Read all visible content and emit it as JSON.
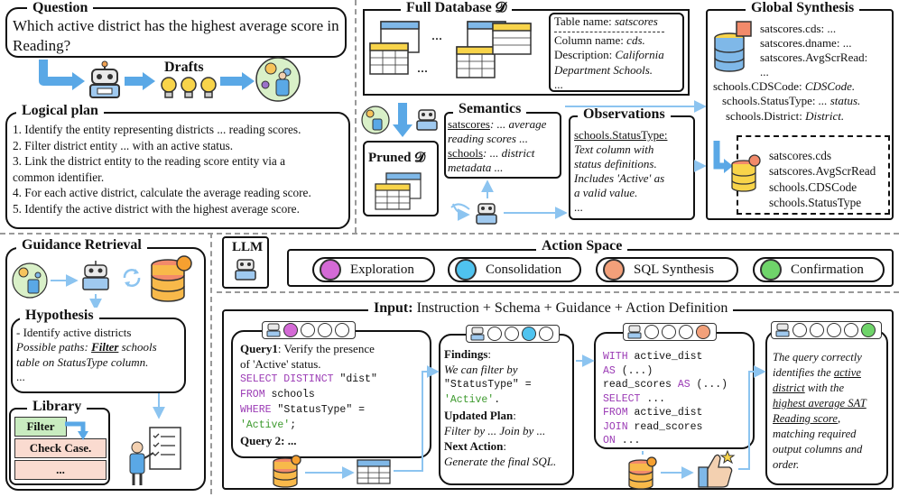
{
  "question": {
    "title": "Question",
    "text_line1": "Which active district has the highest average score in",
    "text_line2": "Reading?"
  },
  "drafts_label": "Drafts",
  "logical_plan": {
    "title": "Logical plan",
    "steps": [
      "1. Identify the entity representing districts ... reading scores.",
      "2. Filter district entity ... with an active status.",
      "3. Link the district entity to the reading score entity via a",
      "common identifier.",
      "4. For each active district, calculate the average reading score.",
      "5. Identify the active district with the highest average score."
    ]
  },
  "full_database": {
    "title": "Full Database 𝓓",
    "dots": "...",
    "table_name_label": "Table name:",
    "table_name_value": "satscores",
    "column_name_label": "Column name:",
    "column_name_value": "cds.",
    "description_label": "Description:",
    "description_value_1": "California",
    "description_value_2": "Department Schools.",
    "ellipsis": "..."
  },
  "global_synthesis": {
    "title": "Global Synthesis",
    "lines": [
      {
        "text": "satscores.cds: ...",
        "italic": ""
      },
      {
        "text": "satscores.dname: ...",
        "italic": ""
      },
      {
        "text": "satscores.AvgScrRead:",
        "italic": ""
      },
      {
        "text": "...",
        "italic": ""
      },
      {
        "text": "schools.CDSCode:",
        "italic": "CDSCode."
      },
      {
        "text": "schools.StatusType:",
        "italic": "... status."
      },
      {
        "text": "schools.District:",
        "italic": "District."
      }
    ],
    "selected": [
      "satscores.cds",
      "satscores.AvgScrRead",
      "schools.CDSCode",
      "schools.StatusType"
    ]
  },
  "semantics": {
    "title": "Semantics",
    "l1_u": "satscores",
    "l1_rest": ": ... average",
    "l2": "reading scores ...",
    "l3_u": "schools",
    "l3_rest": ": ... district",
    "l4": "metadata ..."
  },
  "observations": {
    "title": "Observations",
    "l1": "schools.StatusType:",
    "l2": "Text column with",
    "l3": "status definitions.",
    "l4": "Includes 'Active' as",
    "l5": "a valid value.",
    "l6": "..."
  },
  "pruned": {
    "title": "Pruned 𝓓"
  },
  "guidance": {
    "title": "Guidance Retrieval",
    "hypothesis_title": "Hypothesis",
    "h1": "- Identify active districts",
    "h2a": "Possible paths:",
    "h2b": "Filter",
    "h2c": "schools",
    "h3": "table on StatusType column.",
    "h4": "...",
    "library_title": "Library",
    "lib_items": [
      "Filter",
      "Check Case.",
      "..."
    ]
  },
  "llm_label": "LLM",
  "action_space": {
    "title": "Action Space",
    "actions": [
      {
        "label": "Exploration",
        "color": "#d46ad6"
      },
      {
        "label": "Consolidation",
        "color": "#4fc3ef"
      },
      {
        "label": "SQL Synthesis",
        "color": "#f2a07a"
      },
      {
        "label": "Confirmation",
        "color": "#6fd46a"
      }
    ]
  },
  "input": {
    "label_bold": "Input:",
    "label_rest": " Instruction + Schema + Guidance + Action Definition"
  },
  "card1": {
    "q1_bold": "Query1",
    "q1_rest": ": Verify the presence",
    "q1_l2": "of 'Active' status.",
    "c1_kw": "SELECT DISTINCT",
    "c1_str": "\"dist\"",
    "c2_kw": "FROM",
    "c2_rest": "schools",
    "c3_kw": "WHERE",
    "c3_rest": "\"StatusType\" =",
    "c4_str": "'Active'",
    "c4_rest": ";",
    "q2": "Query 2: ..."
  },
  "card2": {
    "findings_title": "Findings",
    "f1": "We can filter by",
    "f2": "\"StatusType\" =",
    "f3_str": "'Active'",
    "f3_rest": ".",
    "plan_title": "Updated Plan",
    "p1": "Filter by ... Join by ...",
    "next_title": "Next Action",
    "n1": "Generate the final SQL."
  },
  "card3": {
    "l1_kw": "WITH",
    "l1_rest": "active_dist",
    "l2_kw": "AS",
    "l2_rest": "(...)",
    "l3_a": "read_scores",
    "l3_kw": "AS",
    "l3_rest": "(...)",
    "l4_kw": "SELECT",
    "l4_rest": "...",
    "l5_kw": "FROM",
    "l5_rest": "active_dist",
    "l6_kw": "JOIN",
    "l6_rest": "read_scores",
    "l7_kw": "ON",
    "l7_rest": "..."
  },
  "card4": {
    "l1": "The query correctly",
    "l2a": "identifies the ",
    "l2b": "active",
    "l3a": "district",
    "l3b": " with the",
    "l4": "highest average SAT",
    "l5": "Reading score",
    "l5b": ",",
    "l6": "matching required",
    "l7": "output columns and",
    "l8": "order."
  }
}
